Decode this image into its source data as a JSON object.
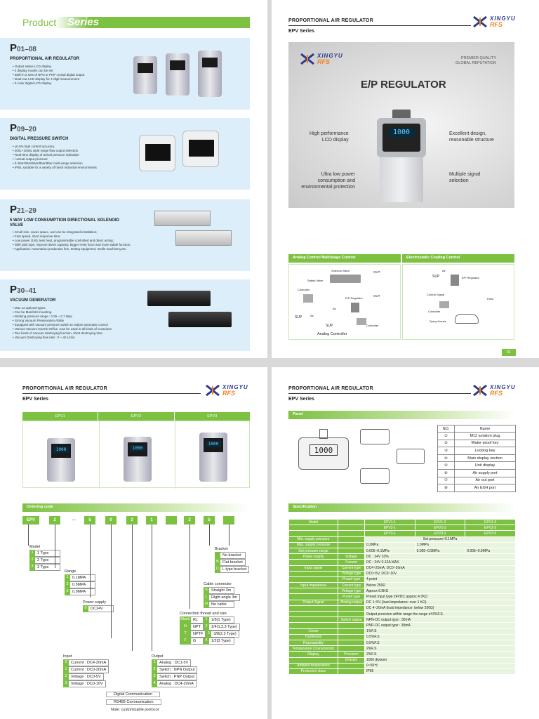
{
  "p1": {
    "title_a": "Product",
    "title_b": "Series",
    "products": [
      {
        "code": "P",
        "range": "01–08",
        "name": "PROPORTIONAL AIR REGULATOR",
        "bullets": [
          "Output status LCD display",
          "4 display modes can be set",
          "Built-in 2 sets of NPN or PNP crystal digital output",
          "Dual-row LCD display for 4-digit measurement",
          "3-color digital LCD display"
        ]
      },
      {
        "code": "P",
        "range": "09–20",
        "name": "DIGITAL PRESSURE SWITCH",
        "bullets": [
          "±0.5% high control accuracy",
          "300L~1000L wide range flow output selection",
          "Real-time display of arrival pressure indication",
          "/ actual output pressure",
          "0-1bar/3bar/5bar/8bar/9bar multi-range selection",
          "IP65, suitable for a variety of harsh industrial environments"
        ]
      },
      {
        "code": "P",
        "range": "21–29",
        "name": "5 WAY LOW CONSUMPTION DIRECTIONAL SOLENOID VALVE",
        "bullets": [
          "Small size, saves space, and can be integrated installation;",
          "Fast speed, short response time;",
          "Low power (1W), less heat, programmable controlled and direct acting;",
          "With pilot type, improve divert capacity, bigger reset force and more stable function.",
          "Application: Automation production line, testing equipment, textile machinery,etc."
        ]
      },
      {
        "code": "P",
        "range": "30–41",
        "name": "VACUUM GENERATOR",
        "bullets": [
          "Max 12 optional types",
          "Can be Manifold mounting",
          "Working pressure range : 0.25 ~ 0.7 Mpa",
          "Strong Vacuum Preservation Ability",
          "Equipped with vacuum pressure switch to realize automatic control",
          "Various Vacuum Nozzle Orifice ,Can be used in all kinds of occasions",
          "Two kinds of vacuum destroying function, short destroying time",
          "Vacuum Destroying flow rate : 0 ~ 40 L/min"
        ]
      }
    ]
  },
  "header": {
    "title": "PROPORTIONAL AIR REGULATOR",
    "series": "EPV Series",
    "logo_a": "XINGYU",
    "logo_b": "RFS"
  },
  "p2": {
    "premier": "PREMIER QUALITY",
    "global": "GLOBAL REPUTATION",
    "regulator": "E/P REGULATOR",
    "lcd": [
      "High performance",
      "LCD display"
    ],
    "design": [
      "Excellent design,",
      "reasonable structure"
    ],
    "power": [
      "Ultra low power",
      "consumption and",
      "environmental protection"
    ],
    "signal": [
      "Multiple signal",
      "selection"
    ],
    "display": "1000",
    "bar1": "Analog Control Multistage Control",
    "bar2": "Electrostatic Coating Control",
    "d1": {
      "solenoid": "Solenoid Valve",
      "safety": "Safety Valve",
      "out": "OUT",
      "controller": "Controller",
      "ep": "E/P Regulator",
      "air": "Air",
      "sup": "SUP",
      "caption": "Analog Controller"
    },
    "d2": {
      "air": "Air",
      "sup": "SUP",
      "ep": "E/P Regulator",
      "signal": "Control Signal",
      "paint": "Paint",
      "controller": "Controller",
      "spray": "Spray Nozzle"
    },
    "page": "01"
  },
  "p3": {
    "models": [
      "EPV1",
      "EPV2",
      "EPV3"
    ],
    "display": "1000",
    "ordering": "Ordering code",
    "code": [
      "EPV",
      "2",
      "—",
      "5",
      "0",
      "3",
      "1",
      "",
      "2",
      "S",
      ""
    ],
    "model": {
      "title": "Model",
      "rows": [
        [
          "1",
          "1 Type"
        ],
        [
          "2",
          "2 Type"
        ],
        [
          "3",
          "3 Type"
        ]
      ]
    },
    "range": {
      "title": "Range",
      "rows": [
        [
          "1",
          "0.1MPA"
        ],
        [
          "3",
          "0.5MPA"
        ],
        [
          "5",
          "0.9MPA"
        ]
      ]
    },
    "power": {
      "title": "Power supply",
      "rows": [
        [
          "0",
          "DC24V"
        ]
      ]
    },
    "bracket": {
      "title": "Bracket",
      "rows": [
        [
          "",
          "No bracket"
        ],
        [
          "B",
          "Flat bracket"
        ],
        [
          "C",
          "L type bracket"
        ]
      ]
    },
    "cable": {
      "title": "Cable connector",
      "rows": [
        [
          "S",
          "Straight 3m"
        ],
        [
          "L",
          "Right angle 3m"
        ],
        [
          "N",
          "No cable"
        ]
      ]
    },
    "thread": {
      "title": "Connection thread and size",
      "rows": [
        [
          "Blank",
          "Rc",
          "1",
          "1/8(1 Type)"
        ],
        [
          "N",
          "NPT",
          "2",
          "1/4(1,2,3 Type)"
        ],
        [
          "T",
          "NPTF",
          "3",
          "3/8(2,3 Type)"
        ],
        [
          "F",
          "G",
          "4",
          "1/2(3 Type)"
        ]
      ]
    },
    "input": {
      "title": "Input",
      "rows": [
        [
          "0",
          "Current : DC4-20mA"
        ],
        [
          "1",
          "Current : DC0-20mA"
        ],
        [
          "2",
          "Voltage : DC0-5V"
        ],
        [
          "3",
          "Voltage : DC0-10V"
        ]
      ]
    },
    "output": {
      "title": "Output",
      "rows": [
        [
          "1",
          "Analog : DC1-5V"
        ],
        [
          "2",
          "Switch : NPN Output"
        ],
        [
          "3",
          "Switch : PNP Output"
        ],
        [
          "4",
          "Analog : DC4-20mA"
        ]
      ]
    },
    "comm": [
      "Digital Communication",
      "RS485 Communication"
    ],
    "note": "Note: customizable protocol"
  },
  "p4": {
    "panel": "Panel",
    "spec": "Specification",
    "display": "1000",
    "panel_table": {
      "head": [
        "NO.",
        "Name"
      ],
      "rows": [
        [
          "①",
          "M12 aviation plug"
        ],
        [
          "②",
          "Water-proof key"
        ],
        [
          "③",
          "Locking key"
        ],
        [
          "④",
          "Main display section"
        ],
        [
          "⑤",
          "Unit display"
        ],
        [
          "⑥",
          "Air supply port"
        ],
        [
          "⑦",
          "Air out port"
        ],
        [
          "⑧",
          "Air EXH port"
        ]
      ]
    },
    "spec_rows": [
      [
        "Model",
        "",
        "EPV1-1",
        "EPV1-3",
        "EPV1-5"
      ],
      [
        "",
        "",
        "EPV2-1",
        "EPV2-3",
        "EPV2-5"
      ],
      [
        "",
        "",
        "EPV3-1",
        "EPV3-3",
        "EPV3-5"
      ],
      [
        "Min. supply pressure",
        "",
        "Set pressure+0.1MPa",
        "",
        ""
      ],
      [
        "Max. supply pressure",
        "",
        "0.2MPa",
        "1.0MPa",
        ""
      ],
      [
        "Set pressure range",
        "",
        "0.005~0.1MPa",
        "0.005~0.5MPa",
        "0.005~0.9MPa"
      ],
      [
        "Power supply",
        "Voltage",
        "DC : 24V  10%",
        "",
        ""
      ],
      [
        "",
        "Current",
        "DC : 24V  0.12A MAX",
        "",
        ""
      ],
      [
        "Input signal",
        "Current type",
        "DC4~20mA, DC0~20mA",
        "",
        ""
      ],
      [
        "",
        "Voltage type",
        "DC0~5V,  DC0~10V",
        "",
        ""
      ],
      [
        "",
        "Preset type",
        "4 point",
        "",
        ""
      ],
      [
        "Input impedance",
        "Current type",
        "Below 250Ω",
        "",
        ""
      ],
      [
        "",
        "Voltage type",
        "Approx 6.5KΩ",
        "",
        ""
      ],
      [
        "",
        "Preset type",
        "Preset input type 24VDC approx 4.7KΩ",
        "",
        ""
      ],
      [
        "Output Signal",
        "Analog output",
        "DC 1~5V (load impedance: over 1 KΩ)",
        "",
        ""
      ],
      [
        "",
        "",
        "DC 4~20mA (load impedance: below  250Ω)",
        "",
        ""
      ],
      [
        "",
        "",
        "Output precision within range the range of 6%F.S.",
        "",
        ""
      ],
      [
        "",
        "Switch output",
        "NPN-OC output type : 30mA",
        "",
        ""
      ],
      [
        "",
        "",
        "PNP-OC output type : 30mA",
        "",
        ""
      ],
      [
        "Linear",
        "",
        "1%F.S",
        "",
        ""
      ],
      [
        "Hysteresis",
        "",
        "0.5%F.S",
        "",
        ""
      ],
      [
        "Repeatability",
        "",
        "0.5%F.S",
        "",
        ""
      ],
      [
        "Temperature Characteristic",
        "",
        "2%F.S",
        "",
        ""
      ],
      [
        "Display",
        "Precision",
        "2%F.S",
        "",
        ""
      ],
      [
        "",
        "Division",
        "1000 division",
        "",
        ""
      ],
      [
        "Ambient temperature",
        "",
        "0~50℃",
        "",
        ""
      ],
      [
        "Protection class",
        "",
        "IP65",
        "",
        ""
      ]
    ]
  }
}
